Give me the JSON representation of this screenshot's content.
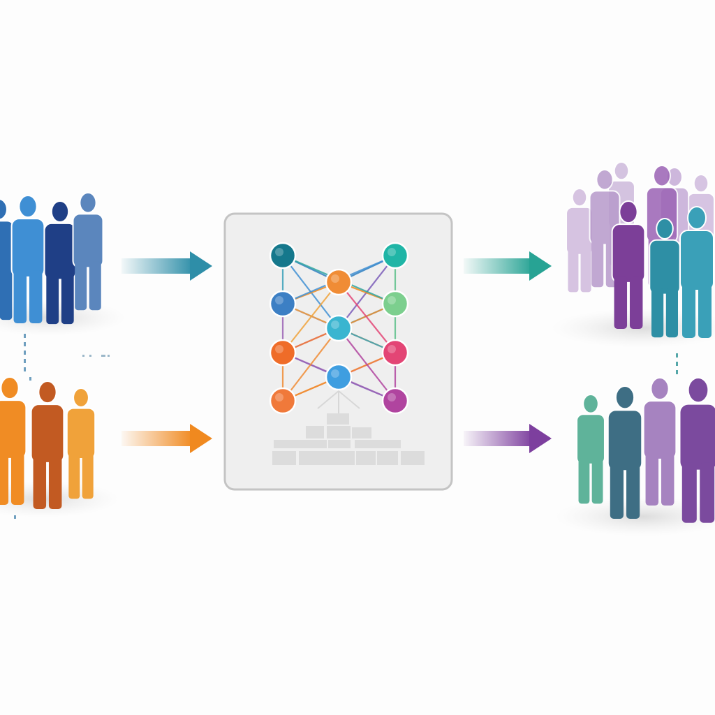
{
  "diagram": {
    "type": "flow",
    "description_text": [],
    "groups": [
      {
        "id": "input-top",
        "colors": [
          "#2f6fb4",
          "#3f8fd4",
          "#1f3f86",
          "#5b86bd"
        ]
      },
      {
        "id": "input-bottom",
        "colors": [
          "#f08c24",
          "#c25a22",
          "#f0a23a"
        ]
      },
      {
        "id": "output-top",
        "colors": [
          "#c9b0d8",
          "#b79acb",
          "#9b63b5",
          "#7c3f98",
          "#2e8fa5",
          "#3aa0b8"
        ]
      },
      {
        "id": "output-bottom",
        "colors": [
          "#5fb39a",
          "#3e6e84",
          "#a683c0",
          "#7b4a9e"
        ]
      }
    ],
    "arrows": [
      {
        "id": "arrow-top-left",
        "color": "#2e8ea8"
      },
      {
        "id": "arrow-bottom-left",
        "color": "#f0891f"
      },
      {
        "id": "arrow-top-right",
        "color": "#27a394"
      },
      {
        "id": "arrow-bottom-right",
        "color": "#7d3f9e"
      }
    ],
    "network_nodes": [
      {
        "id": "n1",
        "color": "#15788c"
      },
      {
        "id": "n2",
        "color": "#f08c35"
      },
      {
        "id": "n3",
        "color": "#1fb5a6"
      },
      {
        "id": "n4",
        "color": "#3c7fc4"
      },
      {
        "id": "n5",
        "color": "#7ccf8e"
      },
      {
        "id": "n6",
        "color": "#3ab5d0"
      },
      {
        "id": "n7",
        "color": "#ef6c28"
      },
      {
        "id": "n8",
        "color": "#e34575"
      },
      {
        "id": "n9",
        "color": "#3f9ee0"
      },
      {
        "id": "n10",
        "color": "#f0793a"
      },
      {
        "id": "n11",
        "color": "#b0449f"
      }
    ]
  }
}
